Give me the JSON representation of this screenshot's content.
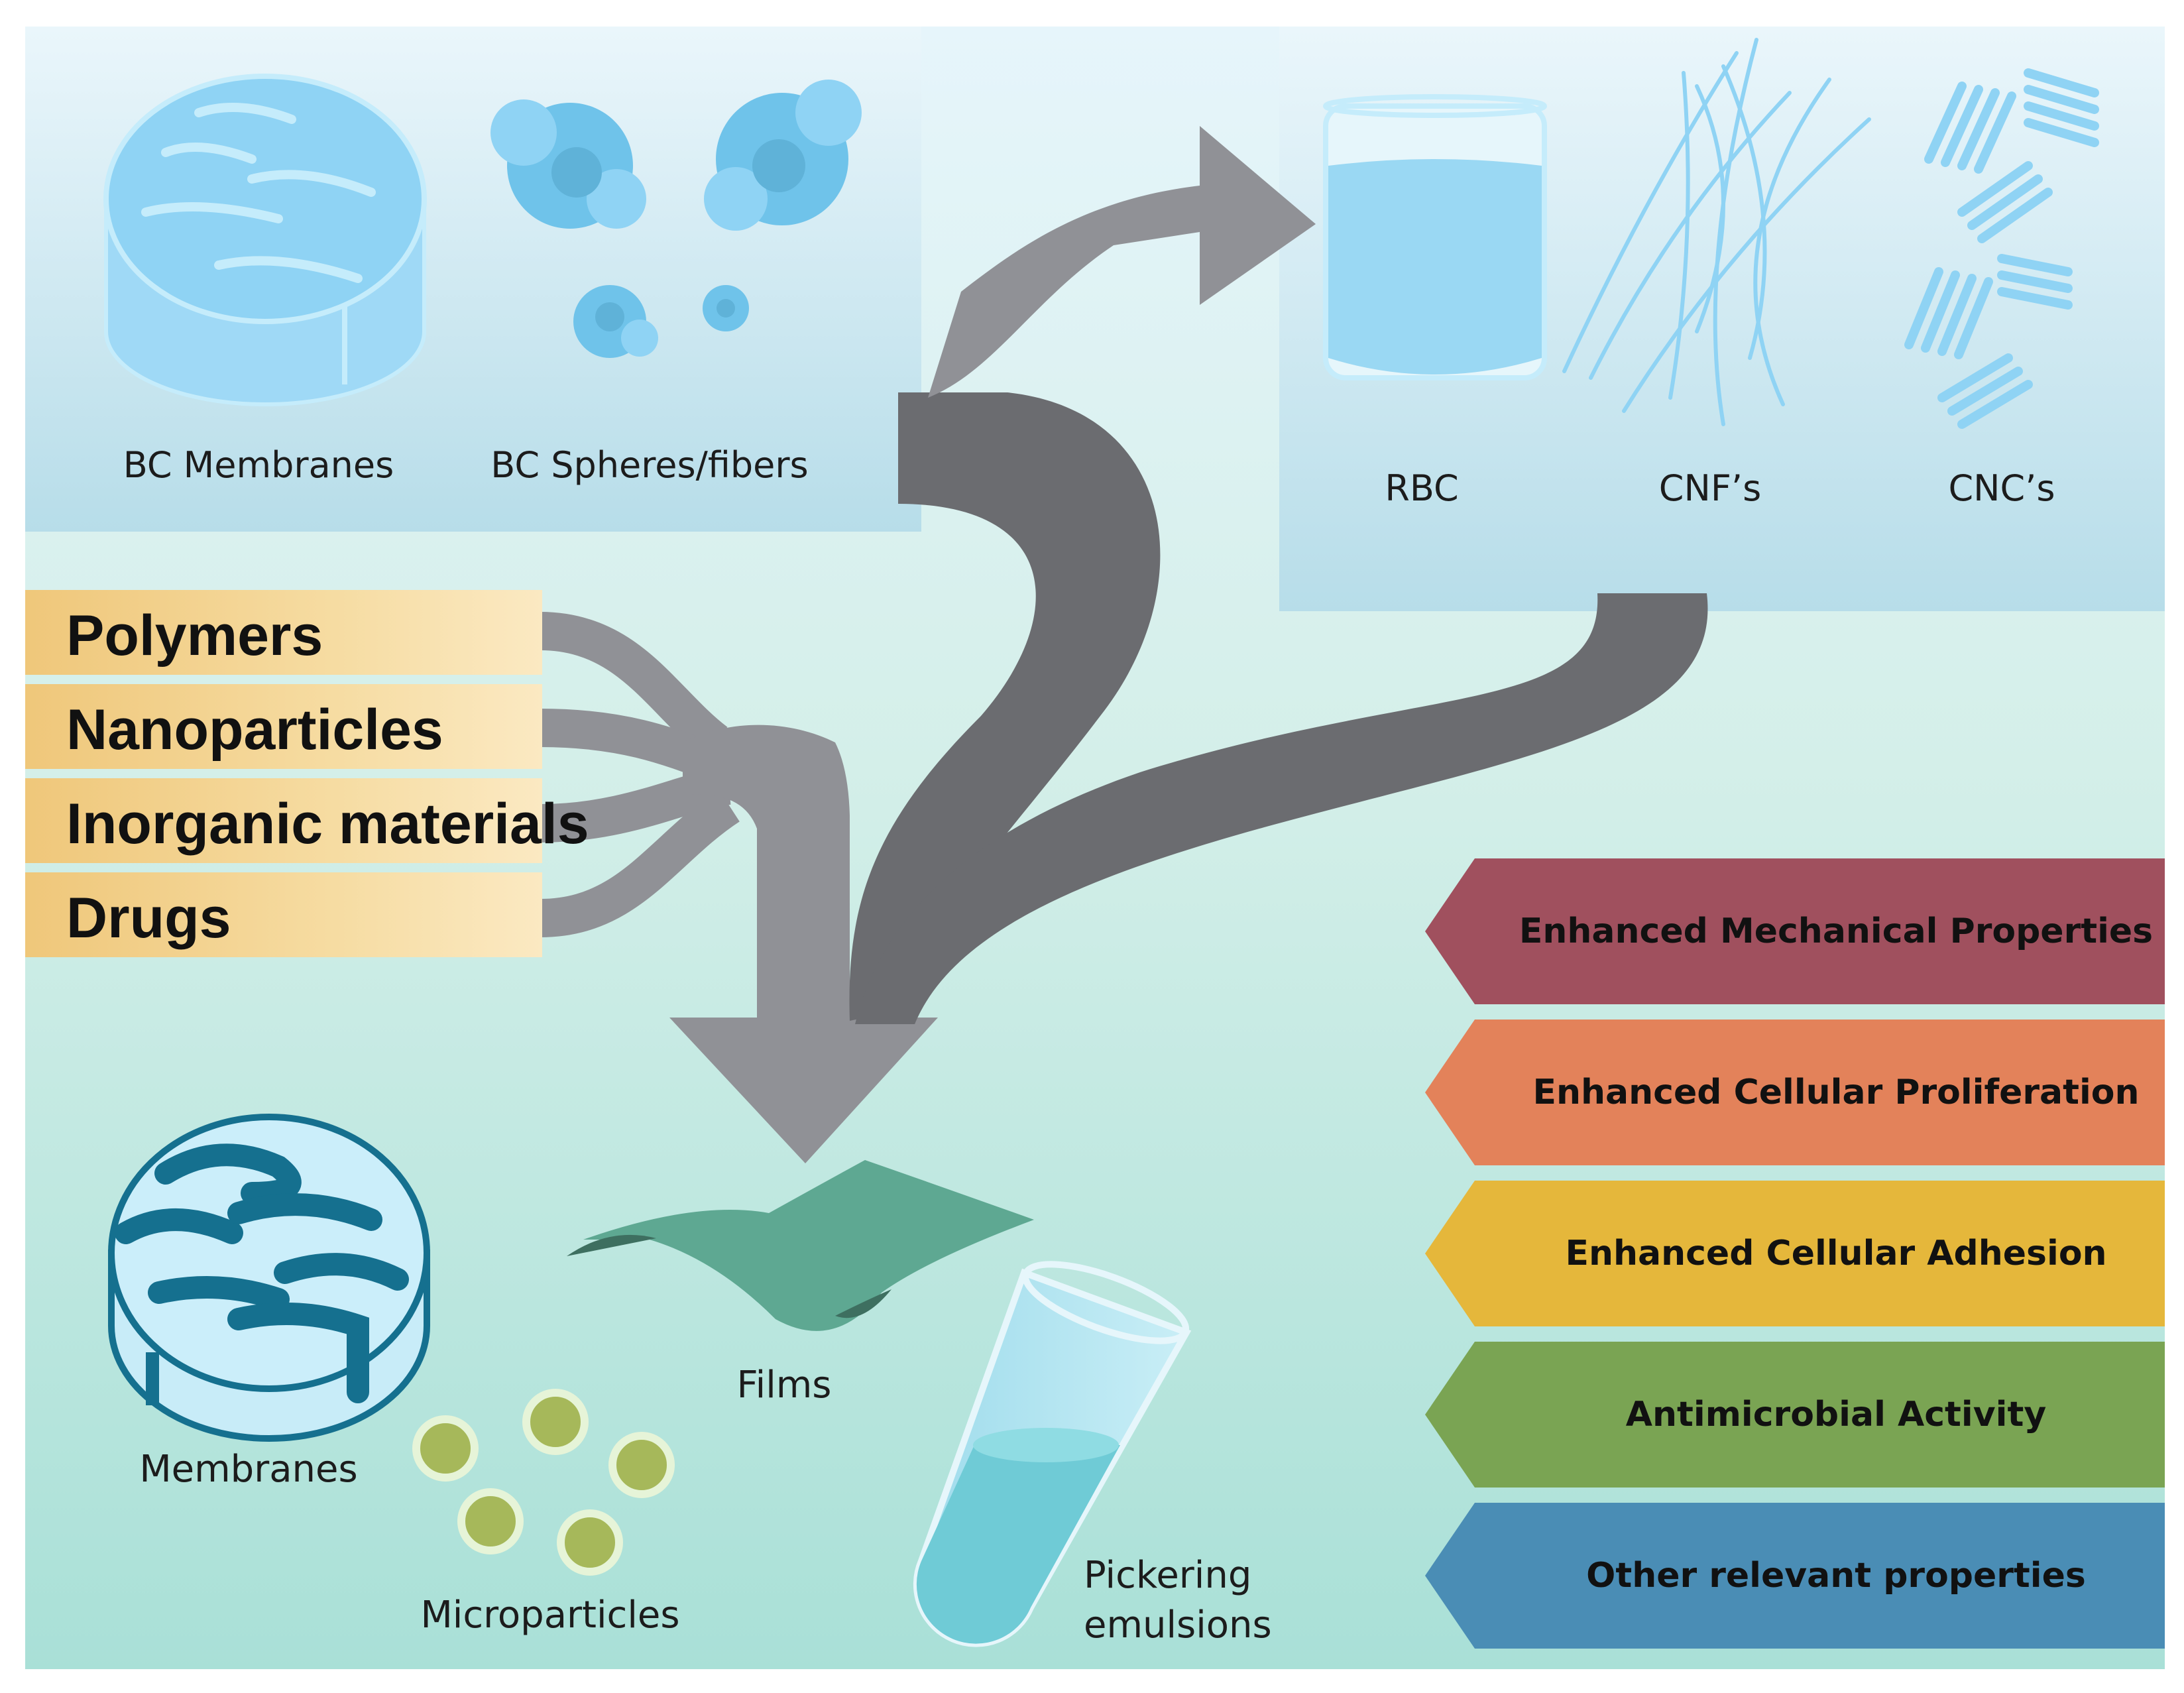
{
  "sources": {
    "bc_membranes": "BC Membranes",
    "bc_spheres": "BC Spheres/fibers",
    "rbc": "RBC",
    "cnf": "CNF’s",
    "cnc": "CNC’s"
  },
  "ingredients": [
    "Polymers",
    "Nanoparticles",
    "Inorganic materials",
    "Drugs"
  ],
  "products": {
    "membranes": "Membranes",
    "microparticles": "Microparticles",
    "films": "Films",
    "pickering_line1": "Pickering",
    "pickering_line2": "emulsions"
  },
  "properties": [
    {
      "label": "Enhanced Mechanical Properties",
      "color": "#a0505e"
    },
    {
      "label": "Enhanced Cellular Proliferation",
      "color": "#e3825a"
    },
    {
      "label": "Enhanced Cellular Adhesion",
      "color": "#e5b73b"
    },
    {
      "label": "Antimicrobial Activity",
      "color": "#7aa453"
    },
    {
      "label": "Other relevant properties",
      "color": "#4a8db5"
    }
  ],
  "colors": {
    "arrow_dark": "#6b6c70",
    "arrow_light": "#909196",
    "light_blue": "#8fd3f4",
    "teal_dark": "#15708f",
    "film": "#5ea892",
    "particle": "#a6b85a"
  }
}
